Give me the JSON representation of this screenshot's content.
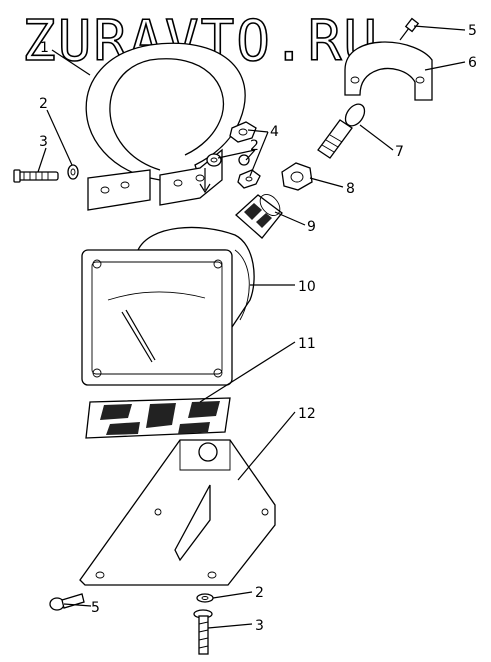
{
  "watermark": "ZURAVTO.RU",
  "callouts": [
    {
      "id": "c1",
      "label": "1"
    },
    {
      "id": "c2a",
      "label": "2"
    },
    {
      "id": "c3a",
      "label": "3"
    },
    {
      "id": "c4",
      "label": "4"
    },
    {
      "id": "c2b",
      "label": "2"
    },
    {
      "id": "c5a",
      "label": "5"
    },
    {
      "id": "c6",
      "label": "6"
    },
    {
      "id": "c7",
      "label": "7"
    },
    {
      "id": "c8",
      "label": "8"
    },
    {
      "id": "c9",
      "label": "9"
    },
    {
      "id": "c10",
      "label": "10"
    },
    {
      "id": "c11",
      "label": "11"
    },
    {
      "id": "c12",
      "label": "12"
    },
    {
      "id": "c2c",
      "label": "2"
    },
    {
      "id": "c5b",
      "label": "5"
    },
    {
      "id": "c3b",
      "label": "3"
    }
  ]
}
